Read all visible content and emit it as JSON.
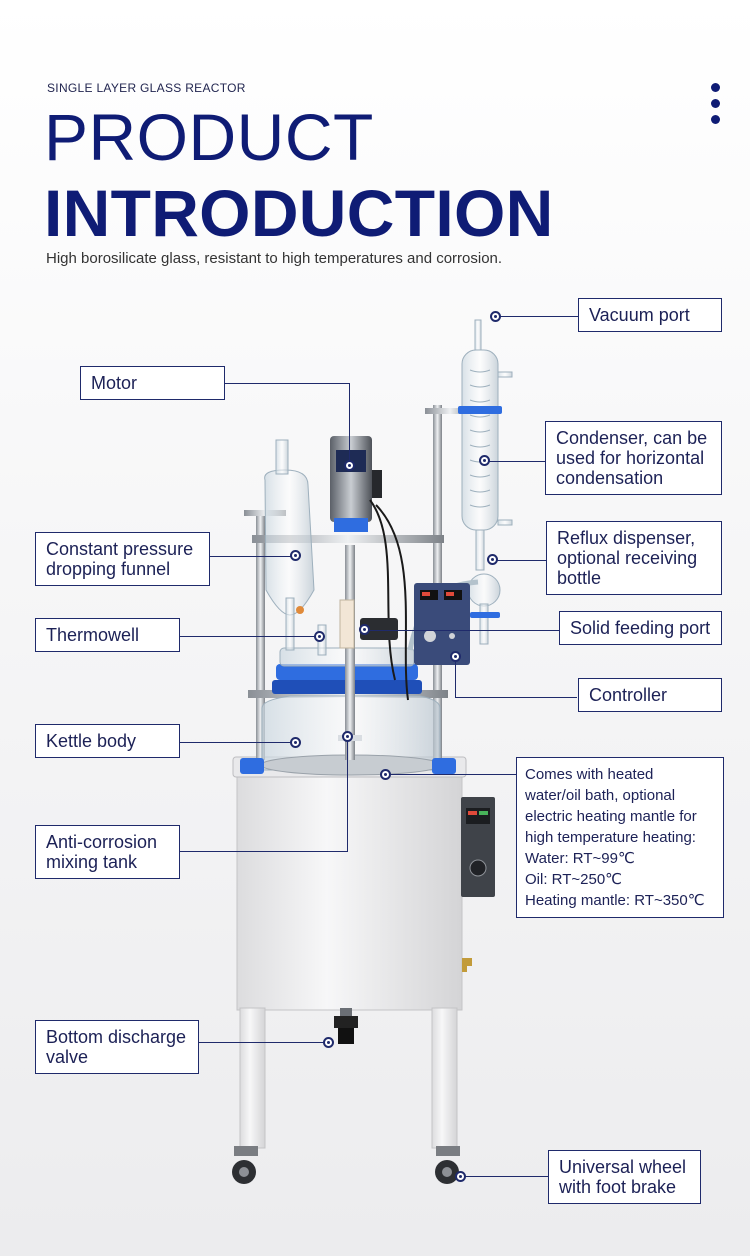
{
  "header": {
    "kicker": "SINGLE LAYER GLASS REACTOR",
    "title_line1": "PRODUCT",
    "title_line2": "INTRODUCTION",
    "subtitle": "High borosilicate glass, resistant to high temperatures and corrosion."
  },
  "colors": {
    "brand": "#0f1c75",
    "callout_line": "#1f2a6b",
    "clamp_blue": "#2f6de0"
  },
  "callouts": {
    "vacuum_port": "Vacuum port",
    "motor": "Motor",
    "condenser": "Condenser, can be\nused for horizontal\ncondensation",
    "dropping_funnel": "Constant pressure\ndropping funnel",
    "reflux_dispenser": "Reflux dispenser,\noptional receiving\nbottle",
    "thermowell": "Thermowell",
    "solid_feeding_port": "Solid feeding port",
    "controller": "Controller",
    "kettle_body": "Kettle body",
    "bath": "Comes with heated\nwater/oil bath, optional\nelectric heating mantle for\nhigh temperature heating:\nWater: RT~99℃\nOil: RT~250℃\nHeating mantle: RT~350℃",
    "mixing_tank": "Anti-corrosion\nmixing tank",
    "discharge_valve": "Bottom discharge\nvalve",
    "wheel": "Universal wheel\nwith foot brake"
  }
}
